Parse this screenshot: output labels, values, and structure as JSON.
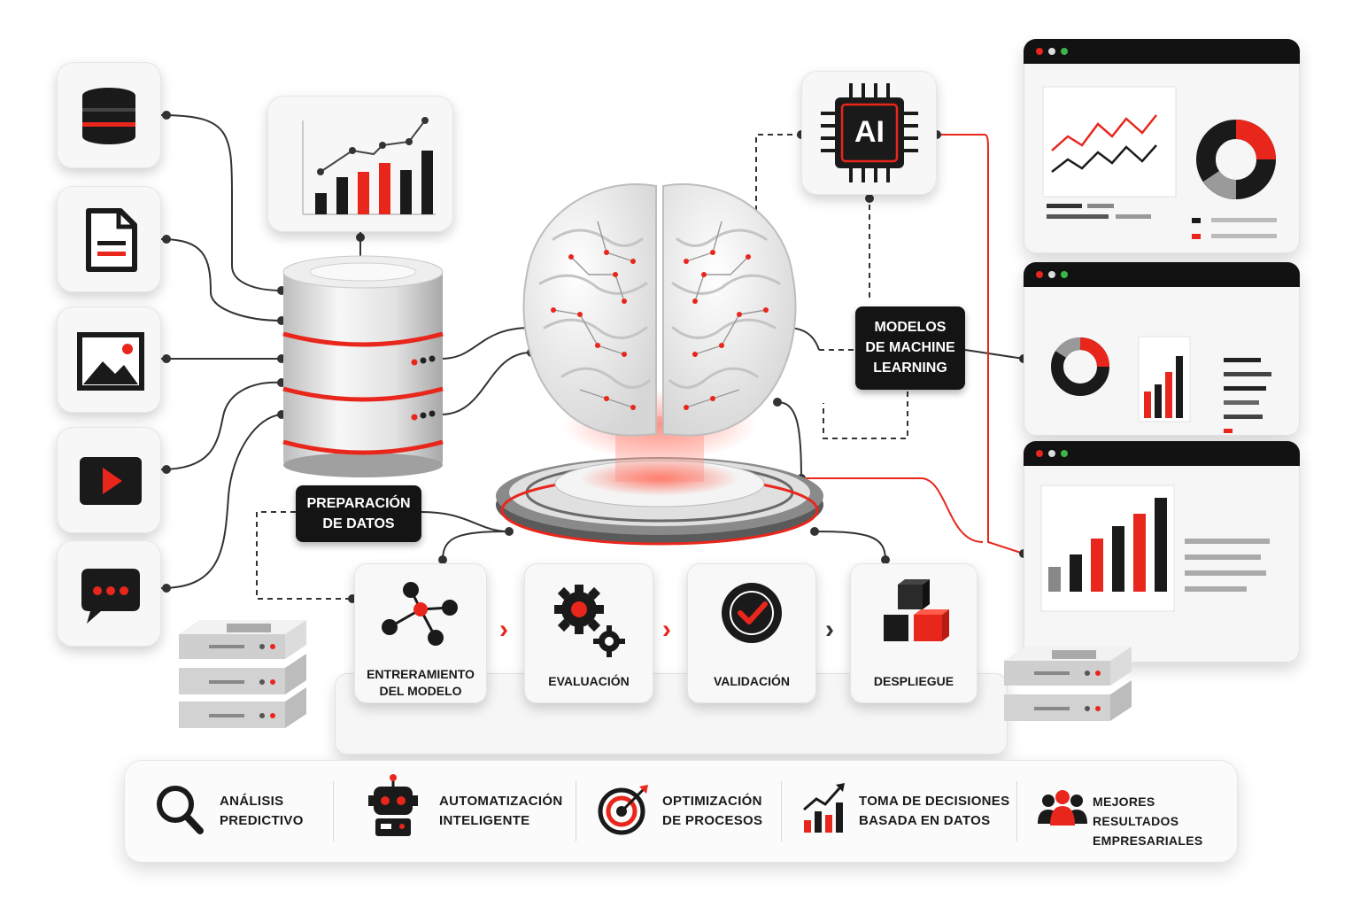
{
  "labels": {
    "data_prep": [
      "PREPARACIÓN",
      "DE DATOS"
    ],
    "ml_models": [
      "MODELOS",
      "DE MACHINE",
      "LEARNING"
    ],
    "ai_chip": "AI"
  },
  "pipeline": [
    {
      "id": "training",
      "lines": [
        "ENTRERAMIENTO",
        "DEL MODELO"
      ]
    },
    {
      "id": "evaluation",
      "lines": [
        "EVALUACIÓN"
      ]
    },
    {
      "id": "validation",
      "lines": [
        "VALIDACIÓN"
      ]
    },
    {
      "id": "deployment",
      "lines": [
        "DESPLIEGUE"
      ]
    }
  ],
  "data_sources": [
    {
      "icon": "database-icon"
    },
    {
      "icon": "document-icon"
    },
    {
      "icon": "image-icon"
    },
    {
      "icon": "video-play-icon"
    },
    {
      "icon": "chat-bubble-icon"
    }
  ],
  "benefits": [
    {
      "icon": "magnifier-icon",
      "lines": [
        "ANÁLISIS",
        "PREDICTIVO"
      ]
    },
    {
      "icon": "robot-icon",
      "lines": [
        "AUTOMATIZACIÓN",
        "INTELIGENTE"
      ]
    },
    {
      "icon": "target-icon",
      "lines": [
        "OPTIMIZACIÓN",
        "DE PROCESOS"
      ]
    },
    {
      "icon": "growth-chart-icon",
      "lines": [
        "TOMA DE DECISIONES",
        "BASADA EN DATOS"
      ]
    },
    {
      "icon": "team-icon",
      "lines": [
        "MEJORES RESULTADOS",
        "EMPRESARIALES"
      ]
    }
  ],
  "colors": {
    "accent": "#e8261c",
    "dark": "#141414",
    "gray": "#8c8c8c",
    "card": "#f7f7f7"
  }
}
